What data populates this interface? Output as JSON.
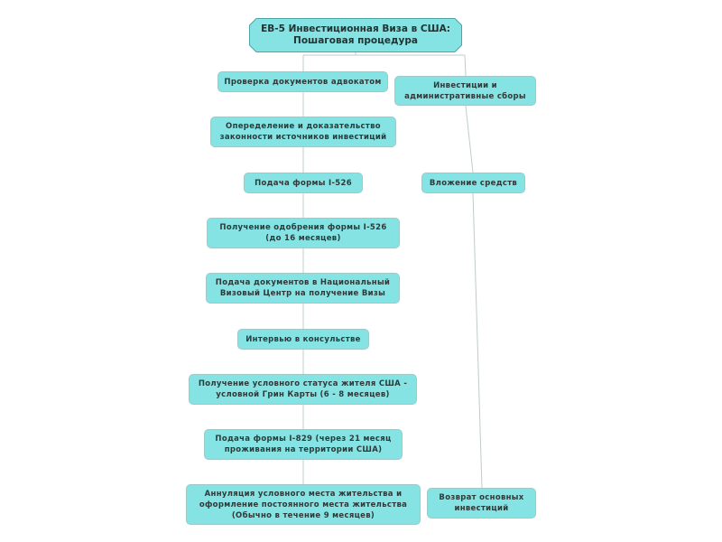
{
  "diagram": {
    "title": "EB-5 Инвестиционная Виза в США:\nПошаговая процедура",
    "left_branch": [
      "Проверка документов адвокатом",
      "Опеределение и доказательство\nзаконности источников инвестиций",
      "Подача формы I-526",
      "Получение одобрения формы I-526\n(до 16 месяцев)",
      "Подача документов в Национальный\nВизовый Центр на получение Визы",
      "Интервью в консульстве",
      "Получение условного статуса жителя США -\nусловной Грин Карты (6 - 8 месяцев)",
      "Подача формы I-829 (через 21 месяц\nпроживания на территории США)",
      "Аннуляция условного места жительства и\nоформление постоянного места жительства\n(Обычно в течение 9 месяцев)"
    ],
    "right_branch": [
      "Инвестиции и\nадминистративные сборы",
      "Вложение средств",
      "Возврат основных\nинвестиций"
    ],
    "colors": {
      "node_fill": "#86e3e3",
      "node_border": "#9fc9c9",
      "connector": "#bfcccc"
    }
  }
}
